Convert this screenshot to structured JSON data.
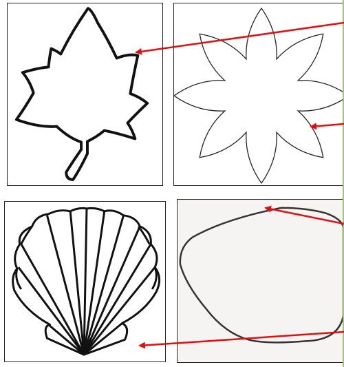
{
  "figure": {
    "panels": [
      {
        "id": "leaf",
        "shape": "leaf-outline"
      },
      {
        "id": "flower",
        "shape": "eight-petal-flower-outline"
      },
      {
        "id": "shell",
        "shape": "scallop-shell-outline"
      },
      {
        "id": "blob",
        "shape": "irregular-closed-curve"
      }
    ],
    "arrows": [
      {
        "from": "right-edge",
        "to": "leaf",
        "color": "#e01010"
      },
      {
        "from": "right-edge",
        "to": "flower",
        "color": "#e01010"
      },
      {
        "from": "right-edge",
        "to": "blob",
        "color": "#e01010"
      },
      {
        "from": "right-edge",
        "to": "shell",
        "color": "#e01010"
      }
    ],
    "colors": {
      "arrow": "#e01010",
      "outline": "#111111",
      "blob_background": "#f6f4f2",
      "edge_strip": "#9ccc6a"
    }
  }
}
